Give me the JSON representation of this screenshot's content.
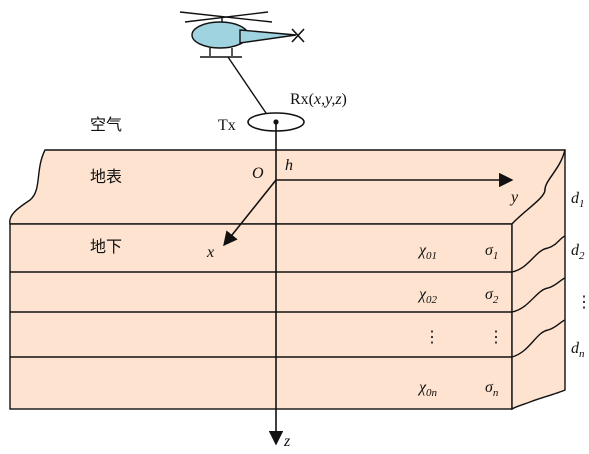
{
  "colors": {
    "earth_fill": "#fde3d0",
    "helicopter_body": "#9fd3e0",
    "stroke": "#111111"
  },
  "labels": {
    "air": "空气",
    "surface": "地表",
    "underground": "地下",
    "tx": "Tx",
    "rx_prefix": "Rx(",
    "rx_coords": "x,y,z",
    "rx_suffix": ")",
    "origin": "O",
    "height": "h",
    "axis_x": "x",
    "axis_y": "y",
    "axis_z": "z"
  },
  "layers": [
    {
      "chi": "χ",
      "chi_sub": "01",
      "sigma": "σ",
      "sigma_sub": "1",
      "thickness": "d",
      "thickness_sub": "1"
    },
    {
      "chi": "χ",
      "chi_sub": "02",
      "sigma": "σ",
      "sigma_sub": "2",
      "thickness": "d",
      "thickness_sub": "2"
    },
    {
      "chi": "⋮",
      "chi_sub": "",
      "sigma": "⋮",
      "sigma_sub": "",
      "thickness": "⋮",
      "thickness_sub": ""
    },
    {
      "chi": "χ",
      "chi_sub": "0n",
      "sigma": "σ",
      "sigma_sub": "n",
      "thickness": "d",
      "thickness_sub": "n"
    }
  ],
  "icons": {
    "helicopter": "helicopter-icon",
    "receiver_coil": "coil-icon"
  }
}
